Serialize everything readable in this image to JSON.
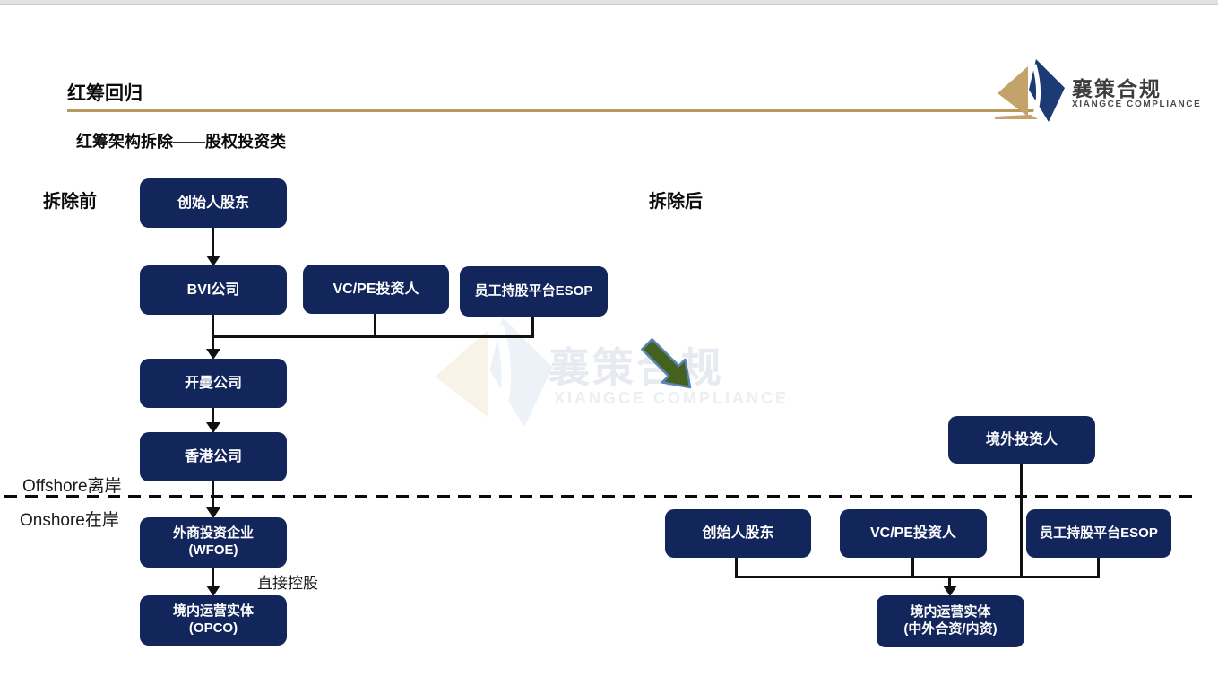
{
  "slide": {
    "title": "红筹回归",
    "subtitle": "红筹架构拆除——股权投资类",
    "before_label": "拆除前",
    "after_label": "拆除后",
    "offshore_label": "Offshore离岸",
    "onshore_label": "Onshore在岸",
    "direct_holding_label": "直接控股"
  },
  "logo": {
    "name_cn": "襄策合规",
    "name_en": "XIANGCE COMPLIANCE"
  },
  "watermark": {
    "name_cn": "襄策合规",
    "name_en": "XIANGCE COMPLIANCE"
  },
  "before_chart": {
    "founder": "创始人股东",
    "bvi": "BVI公司",
    "vcpe": "VC/PE投资人",
    "esop": "员工持股平台ESOP",
    "cayman": "开曼公司",
    "hongkong": "香港公司",
    "wfoe_line1": "外商投资企业",
    "wfoe_line2": "(WFOE)",
    "opco_line1": "境内运营实体",
    "opco_line2": "(OPCO)"
  },
  "after_chart": {
    "offshore_investor": "境外投资人",
    "founder": "创始人股东",
    "vcpe": "VC/PE投资人",
    "esop": "员工持股平台ESOP",
    "opco_line1": "境内运营实体",
    "opco_line2": "(中外合资/内资)"
  },
  "colors": {
    "box_navy": "#13265c",
    "accent_gold": "#b7995c",
    "logo_gold": "#c3a36b",
    "logo_navy": "#1c3a74",
    "green_arrow_fill": "#45611f",
    "green_arrow_stroke": "#5b84b5",
    "connector_black": "#111111"
  }
}
